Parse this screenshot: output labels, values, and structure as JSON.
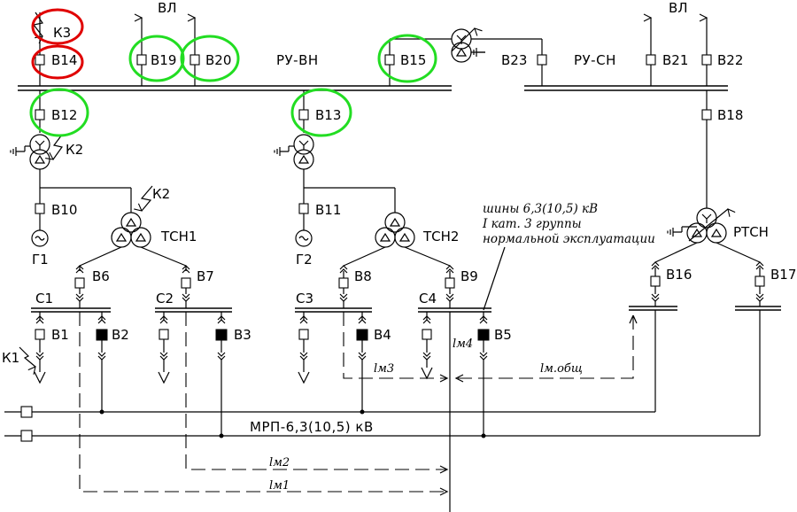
{
  "labels": {
    "vl_left": "ВЛ",
    "vl_right": "ВЛ",
    "ru_vn": "РУ-ВН",
    "ru_sn": "РУ-СН",
    "k3": "К3",
    "k2_a": "К2",
    "k2_b": "К2",
    "k1": "К1",
    "g1": "Г1",
    "g2": "Г2",
    "tsn1": "ТСН1",
    "tsn2": "ТСН2",
    "rtsn": "РТСН",
    "c1": "С1",
    "c2": "С2",
    "c3": "С3",
    "c4": "С4",
    "mrp": "МРП-6,3(10,5) кВ"
  },
  "breakers": {
    "b1": "В1",
    "b2": "В2",
    "b3": "В3",
    "b4": "В4",
    "b5": "В5",
    "b6": "В6",
    "b7": "В7",
    "b8": "В8",
    "b9": "В9",
    "b10": "В10",
    "b11": "В11",
    "b12": "В12",
    "b13": "В13",
    "b14": "В14",
    "b15": "В15",
    "b16": "В16",
    "b17": "В17",
    "b18": "В18",
    "b19": "В19",
    "b20": "В20",
    "b21": "В21",
    "b22": "В22",
    "b23": "В23"
  },
  "note": {
    "line1": "шины 6,3(10,5) кВ",
    "line2": "I кат. 3 группы",
    "line3": "нормальной эксплуатации"
  },
  "lengths": {
    "lm1": "lм1",
    "lm2": "lм2",
    "lm3": "lм3",
    "lm4": "lм4",
    "lm_total": "lм.общ"
  },
  "highlights": {
    "red": "#e00000",
    "green": "#22dd22"
  }
}
